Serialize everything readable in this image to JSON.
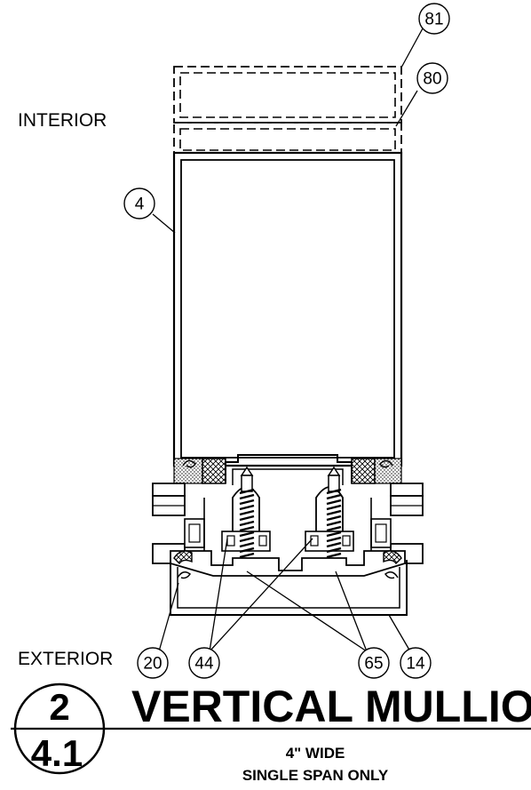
{
  "labels": {
    "interior": "INTERIOR",
    "exterior": "EXTERIOR"
  },
  "callouts": {
    "c81": "81",
    "c80": "80",
    "c4": "4",
    "c20": "20",
    "c44": "44",
    "c65": "65",
    "c14": "14"
  },
  "title": {
    "main": "VERTICAL MULLION",
    "line1": "4\" WIDE",
    "line2": "SINGLE SPAN ONLY"
  },
  "detail_marker": {
    "number": "2",
    "sheet": "4.1"
  }
}
